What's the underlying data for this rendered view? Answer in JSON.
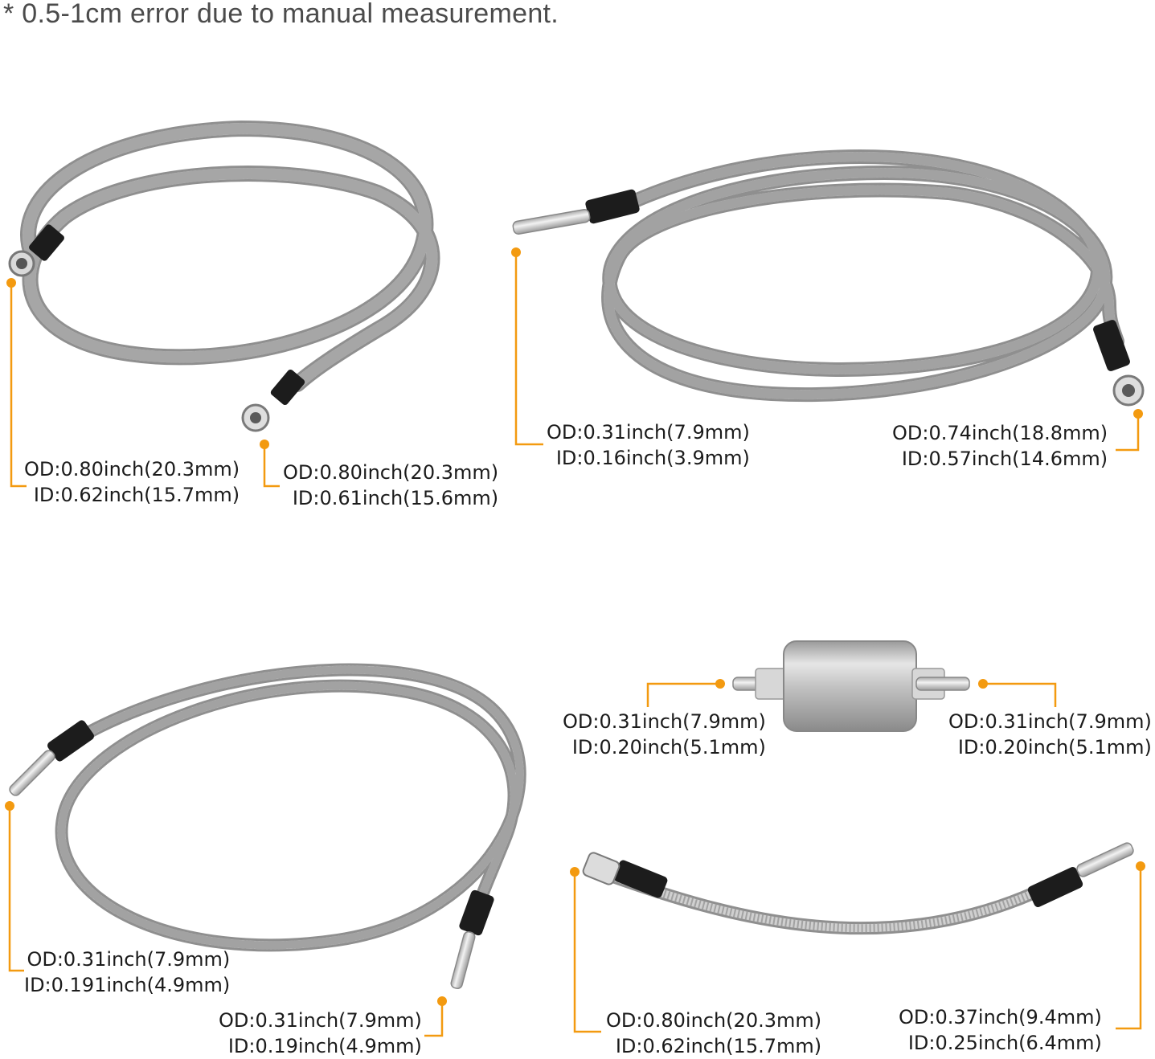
{
  "note": "* 0.5-1cm error due to manual measurement.",
  "colors": {
    "accent": "#f39a10",
    "braid": "#c9c9c9",
    "braid_dark": "#8f8f8f",
    "sleeve": "#1c1c1c",
    "metal": "#dcdcdc"
  },
  "labels": {
    "a1": {
      "od": "OD:0.80inch(20.3mm)",
      "id": "ID:0.62inch(15.7mm)"
    },
    "a2": {
      "od": "OD:0.80inch(20.3mm)",
      "id": "ID:0.61inch(15.6mm)"
    },
    "b1": {
      "od": "OD:0.31inch(7.9mm)",
      "id": "ID:0.16inch(3.9mm)"
    },
    "b2": {
      "od": "OD:0.74inch(18.8mm)",
      "id": "ID:0.57inch(14.6mm)"
    },
    "c1": {
      "od": "OD:0.31inch(7.9mm)",
      "id": "ID:0.191inch(4.9mm)"
    },
    "c2": {
      "od": "OD:0.31inch(7.9mm)",
      "id": "ID:0.19inch(4.9mm)"
    },
    "d1": {
      "od": "OD:0.31inch(7.9mm)",
      "id": "ID:0.20inch(5.1mm)"
    },
    "d2": {
      "od": "OD:0.31inch(7.9mm)",
      "id": "ID:0.20inch(5.1mm)"
    },
    "e1": {
      "od": "OD:0.80inch(20.3mm)",
      "id": "ID:0.62inch(15.7mm)"
    },
    "e2": {
      "od": "OD:0.37inch(9.4mm)",
      "id": "ID:0.25inch(6.4mm)"
    }
  }
}
